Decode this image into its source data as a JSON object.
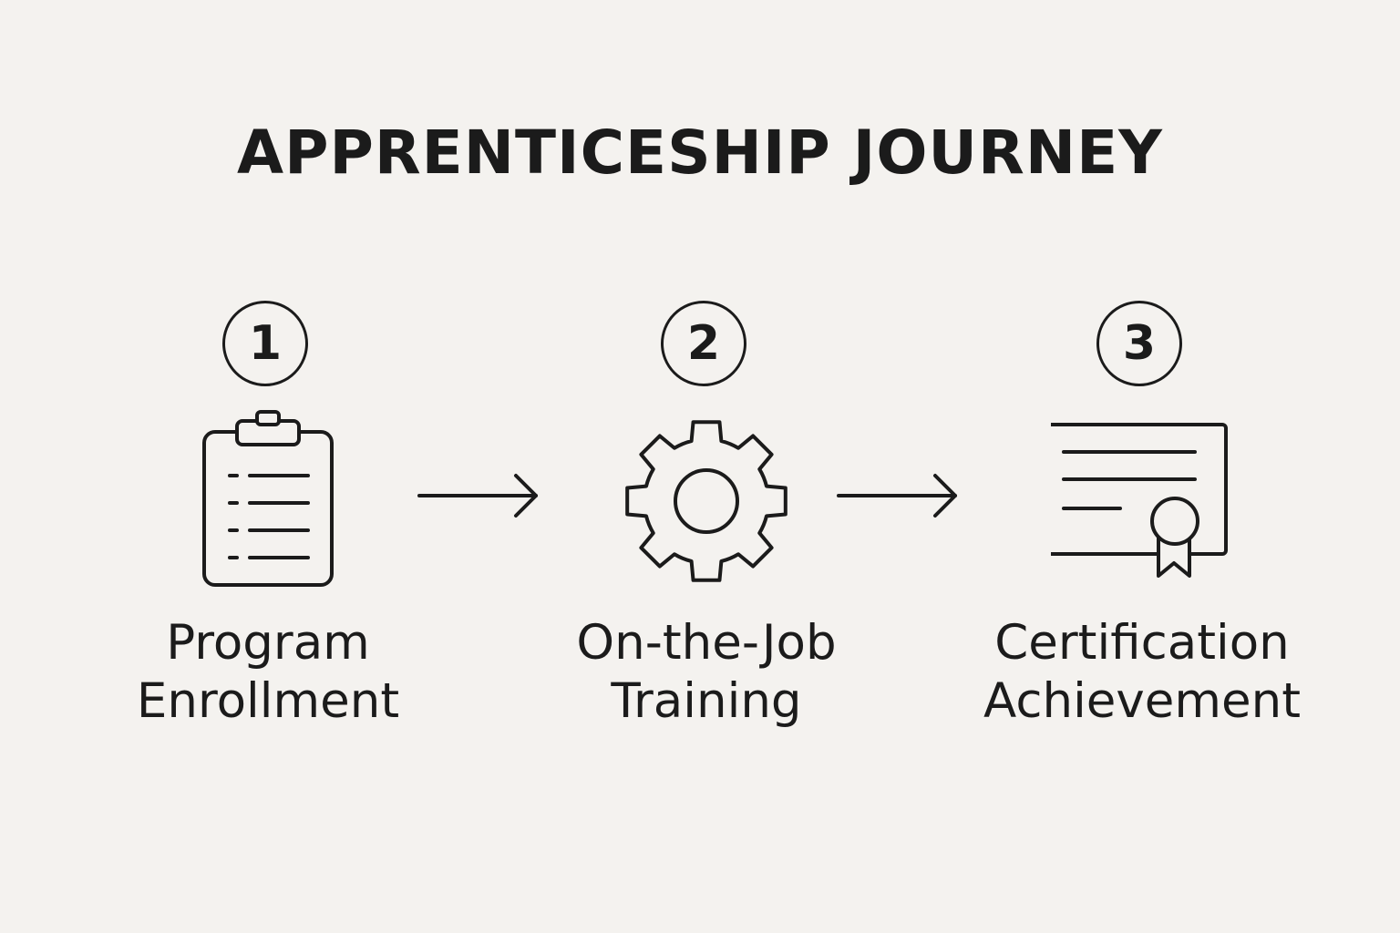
{
  "title": "APPRENTICESHIP JOURNEY",
  "steps": [
    {
      "number": "1",
      "icon": "clipboard-icon",
      "label_line1": "Program",
      "label_line2": "Enrollment"
    },
    {
      "number": "2",
      "icon": "gear-icon",
      "label_line1": "On-the-Job",
      "label_line2": "Training"
    },
    {
      "number": "3",
      "icon": "certificate-icon",
      "label_line1": "Certification",
      "label_line2": "Achievement"
    }
  ],
  "colors": {
    "background": "#f4f2ef",
    "ink": "#1b1b1b"
  }
}
